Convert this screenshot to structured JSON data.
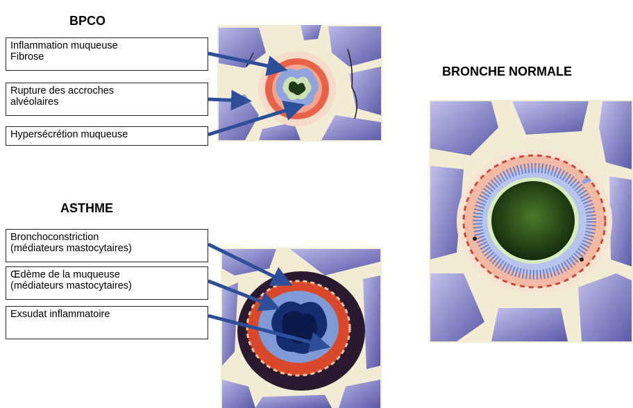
{
  "sections": {
    "bpco": {
      "title": "BPCO",
      "labels": [
        {
          "lines": [
            "Inflammation muqueuse",
            "Fibrose"
          ]
        },
        {
          "lines": [
            "Rupture des accroches",
            "alvéolaires"
          ]
        },
        {
          "lines": [
            "Hypersécrétion muqueuse"
          ]
        }
      ]
    },
    "asthme": {
      "title": "ASTHME",
      "labels": [
        {
          "lines": [
            "Bronchoconstriction",
            "(médiateurs mastocytaires)"
          ]
        },
        {
          "lines": [
            "Œdème de la muqueuse",
            "(médiateurs mastocytaires)"
          ]
        },
        {
          "lines": [
            "Exsudat inflammatoire"
          ]
        }
      ]
    },
    "normale": {
      "title": "BRONCHE NORMALE"
    }
  },
  "colors": {
    "arrow": "#2d4f9a",
    "alveolar_wall": "#f3ecd4",
    "alveolus": "#7d7cc0",
    "mucosa_pink": "#f2b9a4",
    "inflamed_red": "#d9482a",
    "epithelium_blue": "#8fa4dc",
    "lumen_green": "#1f3a16",
    "asthma_dark": "#1a1230",
    "asthma_lumen": "#12307a"
  }
}
